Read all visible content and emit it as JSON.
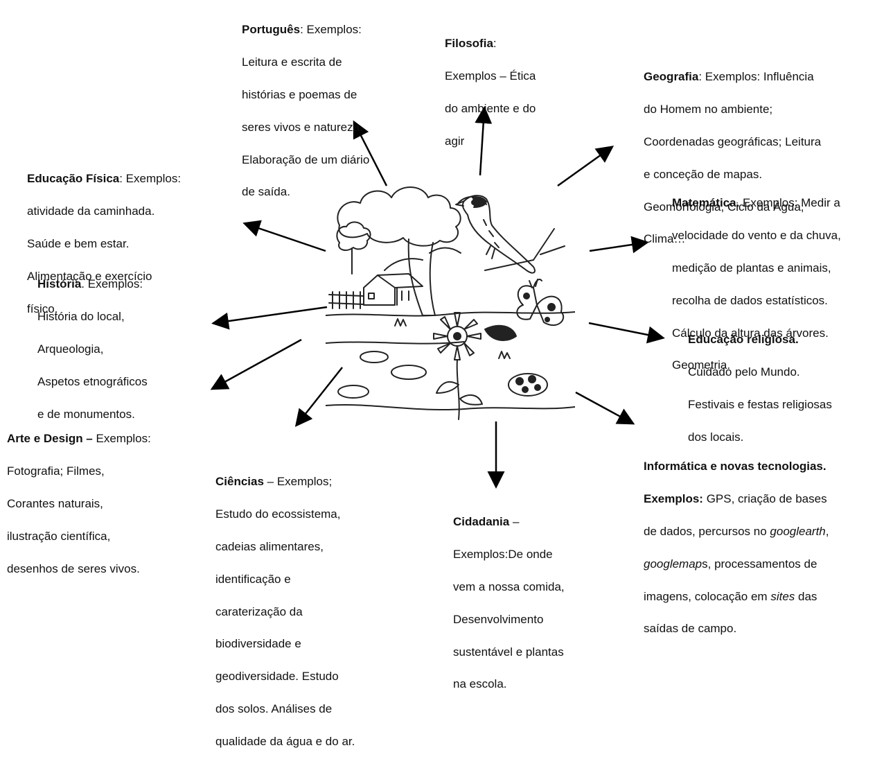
{
  "blocks": {
    "portugues": {
      "title": "Português",
      "lines": [
        ": Exemplos:",
        "Leitura e escrita de",
        "histórias e poemas de",
        "seres vivos e natureza.",
        "Elaboração de um diário",
        "de saída."
      ]
    },
    "filosofia": {
      "title": "Filosofia",
      "lines": [
        ":",
        "Exemplos – Ética",
        "do ambiente e do",
        "agir"
      ]
    },
    "geografia": {
      "title": "Geografia",
      "lines": [
        ": Exemplos: Influência",
        "do Homem no ambiente;",
        "Coordenadas geográficas; Leitura",
        "e conceção de mapas.",
        "Geomorfologia, Ciclo da Água,",
        "Clima…"
      ]
    },
    "educacao_fisica": {
      "title": "Educação Física",
      "lines": [
        ": Exemplos:",
        "atividade da caminhada.",
        "Saúde e bem estar.",
        "Alimentação e exercício",
        "físico."
      ]
    },
    "matematica": {
      "title": "Matemática.",
      "lines": [
        " Exemplos: Medir a",
        "velocidade do vento e da chuva,",
        "medição de plantas e animais,",
        "recolha de dados estatísticos.",
        "Cálculo da altura das árvores.",
        "Geometria."
      ]
    },
    "historia": {
      "title": "História",
      "lines": [
        ". Exemplos:",
        "História do local,",
        "Arqueologia,",
        "Aspetos etnográficos",
        "e de monumentos."
      ]
    },
    "educacao_religiosa": {
      "title": "Educação religiosa.",
      "lines": [
        "Cuidado pelo Mundo.",
        "Festivais e festas religiosas",
        "dos locais."
      ]
    },
    "arte_design": {
      "title": "Arte e Design –",
      "lines": [
        " Exemplos:",
        "Fotografia; Filmes,",
        "Corantes naturais,",
        "ilustração científica,",
        "desenhos de seres vivos."
      ]
    },
    "ciencias": {
      "title": "Ciências",
      "lines": [
        " – Exemplos;",
        "Estudo do ecossistema,",
        "cadeias alimentares,",
        "identificação e",
        "caraterização da",
        "biodiversidade e",
        "geodiversidade. Estudo",
        "dos solos. Análises de",
        "qualidade da água e do ar."
      ]
    },
    "cidadania": {
      "title": "Cidadania",
      "lines": [
        " –",
        "Exemplos:De onde",
        "vem a nossa comida,",
        "Desenvolvimento",
        "sustentável e plantas",
        "na escola."
      ]
    },
    "informatica": {
      "title": "Informática e novas tecnologias.",
      "subtitle": "Exemplos:",
      "line1_rest": " GPS, criação de bases",
      "line2": "de dados, percursos no ",
      "line2_italic": "googlearth",
      "line2_end": ",",
      "line3_italic": "googlemap",
      "line3_rest": "s, processamentos de",
      "line4": "imagens, colocação em ",
      "line4_italic": "sites",
      "line4_end": " das",
      "line5": "saídas de campo."
    }
  },
  "center_image": "nature-scene-illustration",
  "colors": {
    "text": "#111111",
    "arrow": "#000000",
    "drawing": "#222222"
  }
}
